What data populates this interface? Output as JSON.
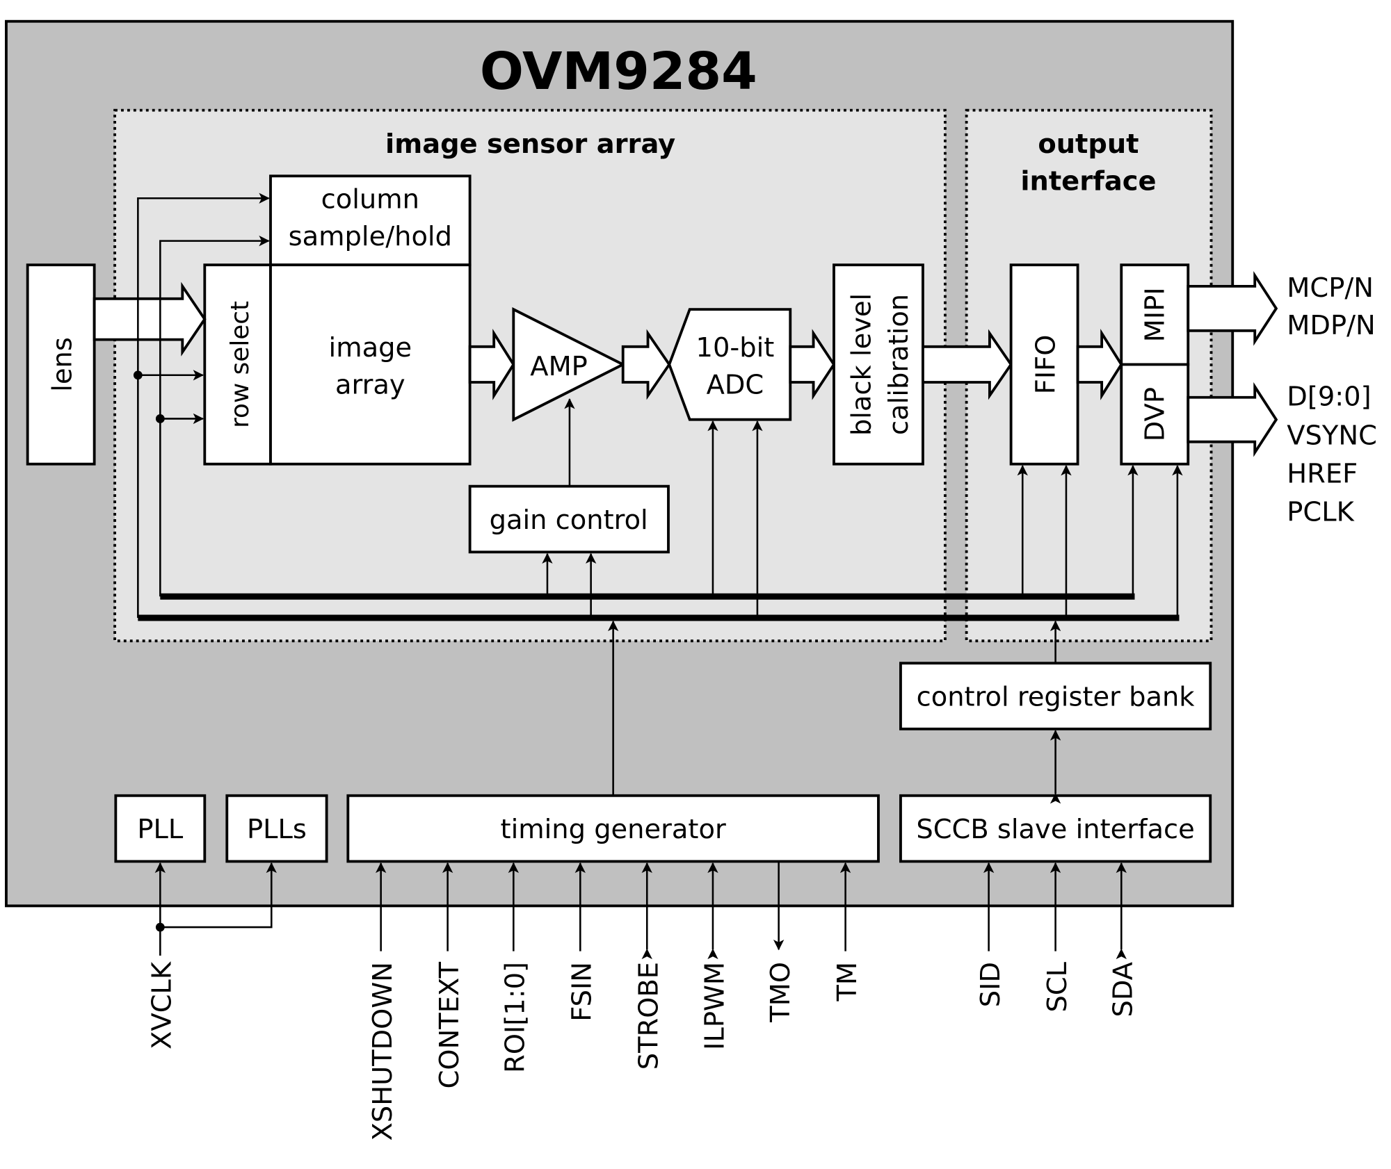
{
  "title": "OVM9284",
  "regions": {
    "image_sensor_array": "image sensor array",
    "output_interface_line1": "output",
    "output_interface_line2": "interface"
  },
  "blocks": {
    "lens": "lens",
    "row_select": "row select",
    "column_line1": "column",
    "column_line2": "sample/hold",
    "image_array_line1": "image",
    "image_array_line2": "array",
    "amp": "AMP",
    "gain_control": "gain control",
    "adc_line1": "10-bit",
    "adc_line2": "ADC",
    "blc_line1": "black level",
    "blc_line2": "calibration",
    "fifo": "FIFO",
    "mipi": "MIPI",
    "dvp": "DVP",
    "control_register_bank": "control register bank",
    "sccb": "SCCB slave interface",
    "pll": "PLL",
    "plls": "PLLs",
    "timing_generator": "timing generator"
  },
  "outputs": {
    "mipi_line1": "MCP/N",
    "mipi_line2": "MDP/N",
    "dvp_line1": "D[9:0]",
    "dvp_line2": "VSYNC",
    "dvp_line3": "HREF",
    "dvp_line4": "PCLK"
  },
  "pins": {
    "xvclk": "XVCLK",
    "xshutdown": "XSHUTDOWN",
    "context": "CONTEXT",
    "roi": "ROI[1:0]",
    "fsin": "FSIN",
    "strobe": "STROBE",
    "ilpwm": "ILPWM",
    "tmo": "TMO",
    "tm": "TM",
    "sid": "SID",
    "scl": "SCL",
    "sda": "SDA"
  },
  "colors": {
    "chip_bg": "#c0c0c0",
    "region_bg": "#e4e4e4",
    "block_bg": "#ffffff",
    "line": "#000000"
  }
}
